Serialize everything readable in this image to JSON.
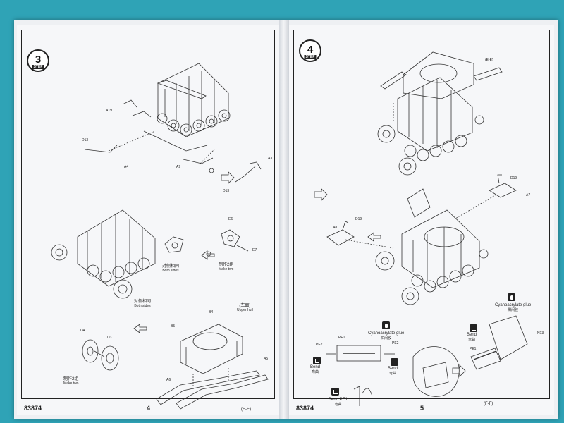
{
  "booklet": {
    "left_page": {
      "step": {
        "number": "3",
        "word": "STEP"
      },
      "footer_code": "83874",
      "page_number": "4",
      "part_labels": [
        "A19",
        "D13",
        "A4",
        "A9",
        "A3",
        "D13",
        "E6",
        "E7",
        "B5",
        "B4",
        "A5",
        "A6",
        "D4",
        "D3"
      ],
      "notes": {
        "both_sides_1": {
          "cn": "对侧相同",
          "en": "Both sides"
        },
        "both_sides_2": {
          "cn": "对侧相同",
          "en": "Both sides"
        },
        "make_two_1": {
          "cn": "制作2组",
          "en": "Make two"
        },
        "make_two_2": {
          "cn": "制作2组",
          "en": "Make two"
        },
        "upper_hull": {
          "cn": "(车面)",
          "en": "Upper hull"
        },
        "marker": "(E-E)"
      }
    },
    "right_page": {
      "step": {
        "number": "4",
        "word": "STEP"
      },
      "footer_code": "83874",
      "page_number": "5",
      "part_labels": [
        "(E-E)",
        "D19",
        "A7",
        "A8",
        "D19",
        "PE1",
        "PE2",
        "PE2",
        "PE1",
        "N13"
      ],
      "notes": {
        "cyano_1": {
          "en": "Cyanoacrylate glue",
          "cn": "瞬间胶"
        },
        "cyano_2": {
          "en": "Cyanoacrylate glue",
          "cn": "瞬间胶"
        },
        "bend_1": {
          "en": "Bend",
          "cn": "弯曲"
        },
        "bend_2": {
          "en": "Bend",
          "cn": "弯曲"
        },
        "bend_3": {
          "en": "Bend",
          "cn": "弯曲"
        },
        "bend_pe1": {
          "en": "Bend PE1",
          "cn": "弯曲"
        },
        "marker": "(F-F)"
      }
    }
  }
}
